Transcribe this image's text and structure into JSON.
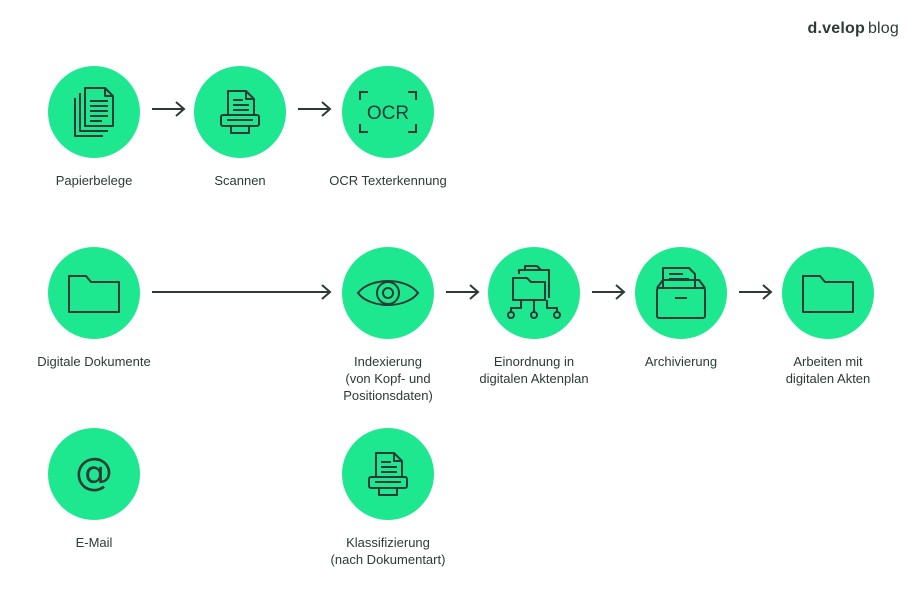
{
  "brand": {
    "main": "d.velop",
    "sub": "blog"
  },
  "colors": {
    "accent": "#1ee88f",
    "stroke": "#2d3a36"
  },
  "nodes": {
    "papierbelege": {
      "icon": "stacked-documents-icon",
      "lines": [
        "Papierbelege"
      ]
    },
    "scannen": {
      "icon": "scanner-icon",
      "lines": [
        "Scannen"
      ]
    },
    "ocr": {
      "icon": "ocr-icon",
      "icon_text": "OCR",
      "lines": [
        "OCR Texterkennung"
      ]
    },
    "digitale": {
      "icon": "folder-icon",
      "lines": [
        "Digitale Dokumente"
      ]
    },
    "indexierung": {
      "icon": "eye-icon",
      "lines": [
        "Indexierung",
        "(von Kopf- und",
        "Positionsdaten)"
      ]
    },
    "einordnung": {
      "icon": "folder-network-icon",
      "lines": [
        "Einordnung in",
        "digitalen Aktenplan"
      ]
    },
    "archivierung": {
      "icon": "archive-box-icon",
      "lines": [
        "Archivierung"
      ]
    },
    "arbeiten": {
      "icon": "folder-icon",
      "lines": [
        "Arbeiten mit",
        "digitalen Akten"
      ]
    },
    "email": {
      "icon": "at-sign-icon",
      "icon_text": "@",
      "lines": [
        "E-Mail"
      ]
    },
    "klassifizierung": {
      "icon": "scanner-icon",
      "lines": [
        "Klassifizierung",
        "(nach Dokumentart)"
      ]
    }
  }
}
